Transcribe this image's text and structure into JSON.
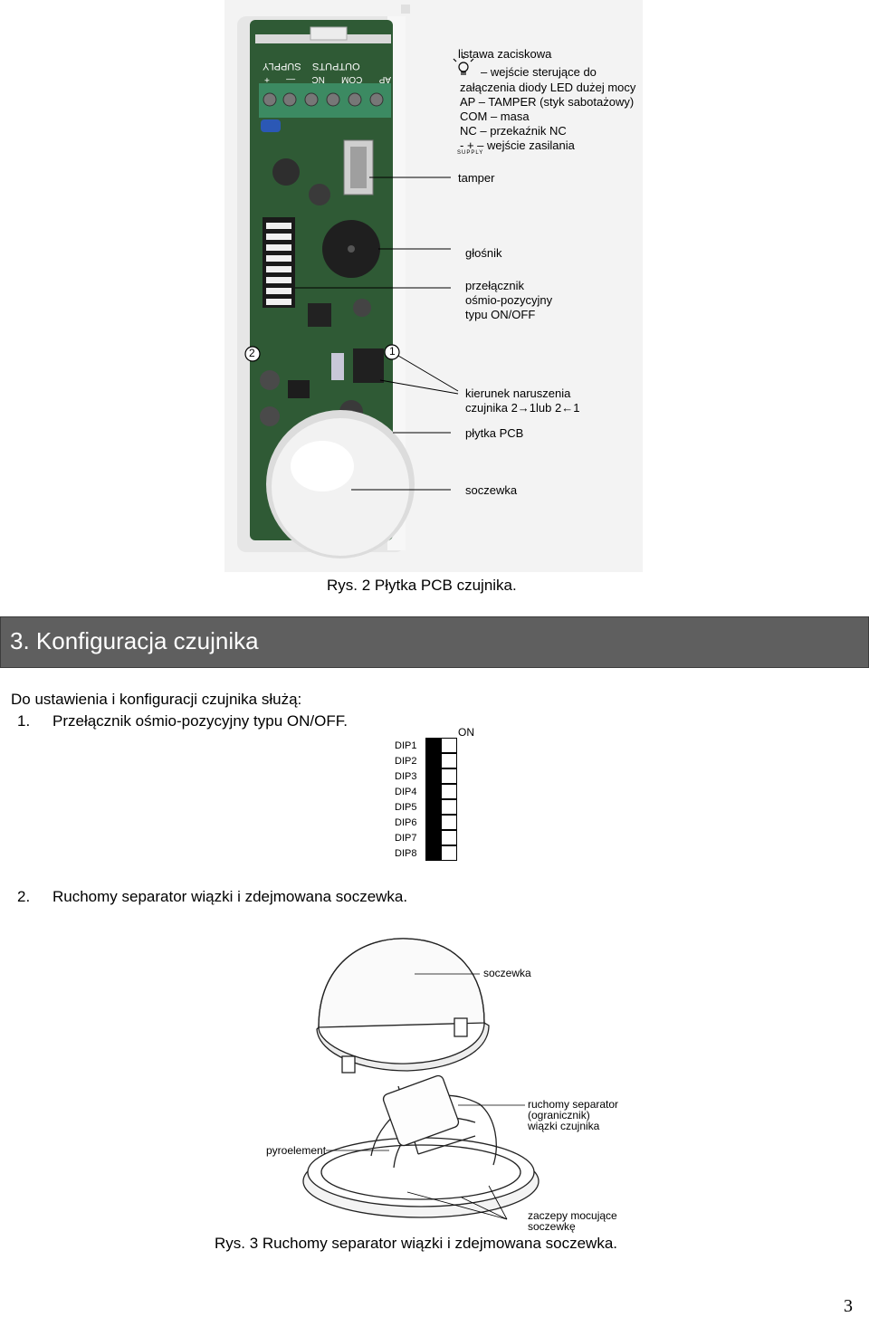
{
  "figure1": {
    "callouts": {
      "terminal_strip": "listawa zaciskowa",
      "led_input_line1": "– wejście sterujące do",
      "led_input_line2": "załączenia diody LED dużej mocy",
      "ap": "AP –  TAMPER (styk sabotażowy)",
      "com": "COM – masa",
      "nc": "NC – przekaźnik NC",
      "supply": "- + – wejście zasilania",
      "supply_sub": "SUPPLY",
      "tamper": "tamper",
      "speaker": "głośnik",
      "dip_line1": "przełącznik",
      "dip_line2": "ośmio-pozycyjny",
      "dip_line3": "typu ON/OFF",
      "direction_line1": "kierunek naruszenia",
      "direction_line2": "czujnika 2→1lub 2←1",
      "pcb": "płytka PCB",
      "lens": "soczewka"
    },
    "board_labels": {
      "outputs": "OUTPUTS",
      "supply": "SUPPLY",
      "terminals": [
        "+",
        "—",
        "NC",
        "COM",
        "AP"
      ],
      "marker_1": "1",
      "marker_2": "2"
    },
    "caption": "Rys. 2 Płytka PCB czujnika."
  },
  "section": {
    "title": "3. Konfiguracja czujnika"
  },
  "body": {
    "intro": "Do ustawienia i konfiguracji czujnika służą:",
    "item1_num": "1.",
    "item1_text": "Przełącznik ośmio-pozycyjny typu ON/OFF.",
    "item2_num": "2.",
    "item2_text": "Ruchomy separator wiązki i zdejmowana soczewka."
  },
  "dip_switch": {
    "on_label": "ON",
    "labels": [
      "DIP1",
      "DIP2",
      "DIP3",
      "DIP4",
      "DIP5",
      "DIP6",
      "DIP7",
      "DIP8"
    ]
  },
  "figure2": {
    "callouts": {
      "lens": "soczewka",
      "separator_line1": "ruchomy separator",
      "separator_line2": "(ogranicznik)",
      "separator_line3": "wiązki czujnika",
      "pyro": "pyroelement",
      "clips_line1": "zaczepy mocujące",
      "clips_line2": "soczewkę"
    },
    "caption": "Rys. 3 Ruchomy separator wiązki i zdejmowana soczewka."
  },
  "page_number": "3",
  "colors": {
    "pcb_green": "#2f5a35",
    "section_bar": "#5f5f5f"
  }
}
